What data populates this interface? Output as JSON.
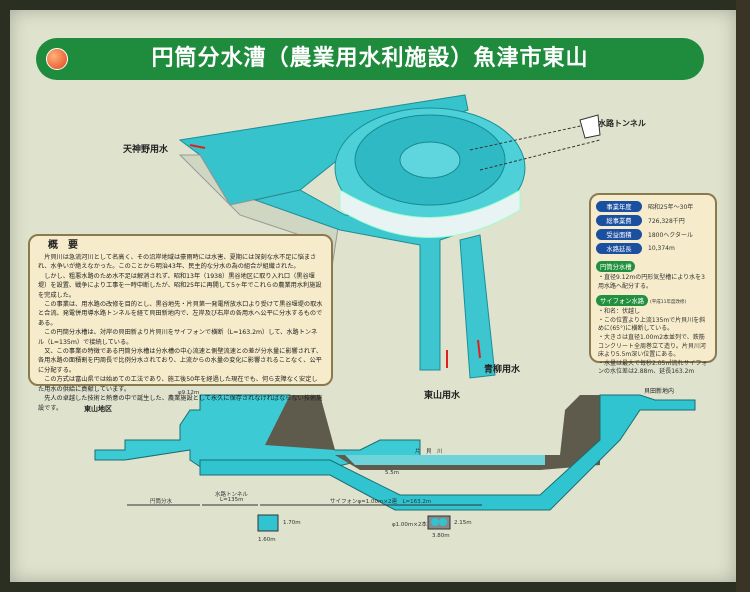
{
  "title": "円筒分水漕（農業用水利施設）魚津市東山",
  "summary": {
    "heading": "概　要",
    "paragraphs": [
      "片貝川は急流河川として名高く、その沿岸地域は豪雨時には水害、夏期には深刻な水不足に悩まされ、水争いが絶えなかった。このことから明治43年、民主的な分水の為の組合が組織された。",
      "しかし、粗悪水路のため水不足は解消されず、昭和13年（1938）黒谷地区に取り入れ口（黒谷堰堤）を設置、戦争により工事を一時中断したが、昭和25年に再開して5ヶ年でこれらの農業用水利施設を完成した。",
      "この事業は、用水路の改修を目的とし、黒谷地先・片貝第一発電所放水口より受けて黒谷堰堤の取水と合流、発電併用導水路トンネルを経て貝田新地内で、左岸及び右岸の各用水へ公平に分水するものである。",
      "この円筒分水槽は、対岸の貝田新より片貝川をサイフォンで横断（L=163.2m）して、水路トンネル（L=135m）で接続している。",
      "又、この事業の特徴である円筒分水槽は分水槽の中心流速と側壁流速との差が分水量に影響されず、各用水路の面積割を円周長で比例分水されており、上流からの水量の変化に影響されることなく、公平に分配する。",
      "この方式は富山県では始めての工法であり、施工後50年を経過した現在でも、何ら支障なく安定した用水の供給に貢献しています。",
      "先人の卓越した技術と熱意の中で誕生した、農業施設として永久に保存されなければならない技術施設です。"
    ]
  },
  "info": {
    "rows": [
      {
        "label": "事業年度",
        "value": "昭和25年～30年"
      },
      {
        "label": "総事業費",
        "value": "726,328千円"
      },
      {
        "label": "受益面積",
        "value": "1800ヘクタール"
      },
      {
        "label": "水路延長",
        "value": "10,374m"
      }
    ],
    "tank_heading": "円筒分水槽",
    "tank_note": "・直径9.12mの円形気型槽により水を3用水路へ配分する。",
    "siphon_heading": "サイフォン水路",
    "siphon_sub": "(平成11年度改修)",
    "siphon_notes": [
      "・和名：伏越し",
      "・この位置より上流135mで片貝川を斜めに(65°)に横断している。",
      "・大きさは直径1.00m2本並列で、鉄筋コンクリート全周巻立て造り。片貝川河床より5.5m深い位置にある。",
      "・水量は最大で毎秒2.05㎥流れサイフォンの水位差は2.88m、延長163.2m"
    ]
  },
  "diagram_labels": {
    "tenjinno": "天神野用水",
    "tunnel": "水路トンネル",
    "aoyagi": "青柳用水",
    "higashiyama": "東山用水"
  },
  "section": {
    "higashiyama_area": "東山地区",
    "kaida_area": "貝田新地内",
    "diameter": "φ9.12m",
    "river": "片　貝　川",
    "depth": "5.5m",
    "tank_span": "円筒分水",
    "tunnel_span": "水路トンネル",
    "tunnel_len": "L=135m",
    "siphon_span": "サイフォンφ=1.00m×2連　L=163.2m",
    "tunnel_h": "1.70m",
    "tunnel_w": "1.60m",
    "pipe": "φ1.00m×2本",
    "pipe_h": "2.15m",
    "pipe_w": "3.80m"
  },
  "colors": {
    "water": "#2fc4d0",
    "title_bg": "#1f8b3d",
    "pill": "#1b4fa0"
  }
}
